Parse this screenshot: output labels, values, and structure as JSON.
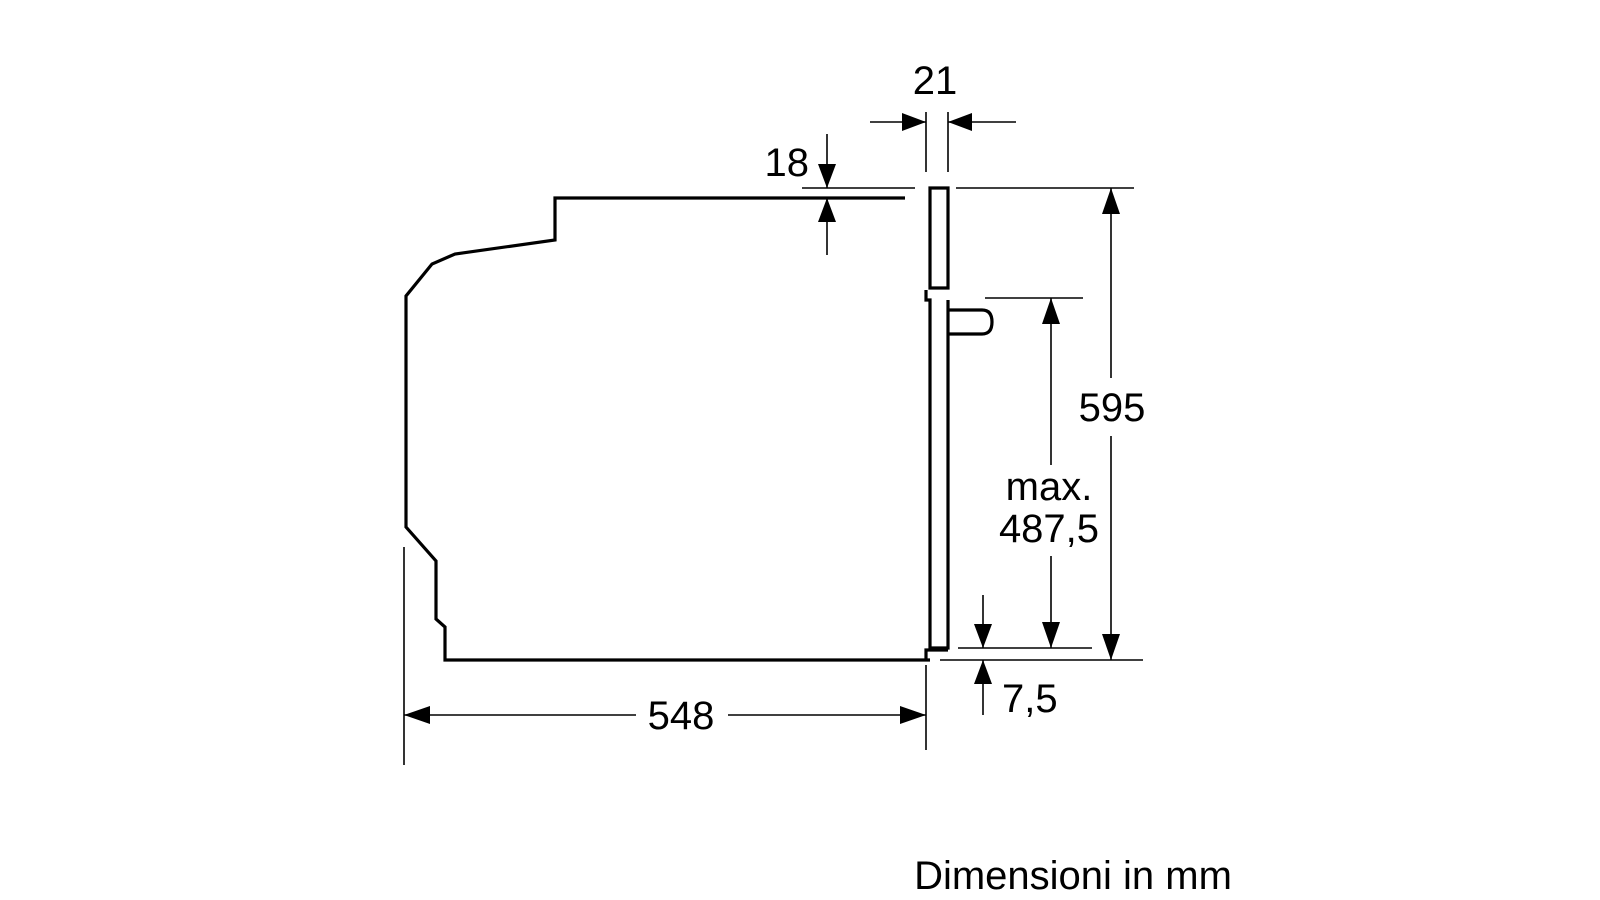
{
  "diagram": {
    "labels": {
      "depth": "548",
      "door_thickness": "21",
      "top_offset": "18",
      "height": "595",
      "max_label_line1": "max.",
      "max_label_line2": "487,5",
      "bottom_offset": "7,5"
    },
    "caption": "Dimensioni in mm"
  }
}
